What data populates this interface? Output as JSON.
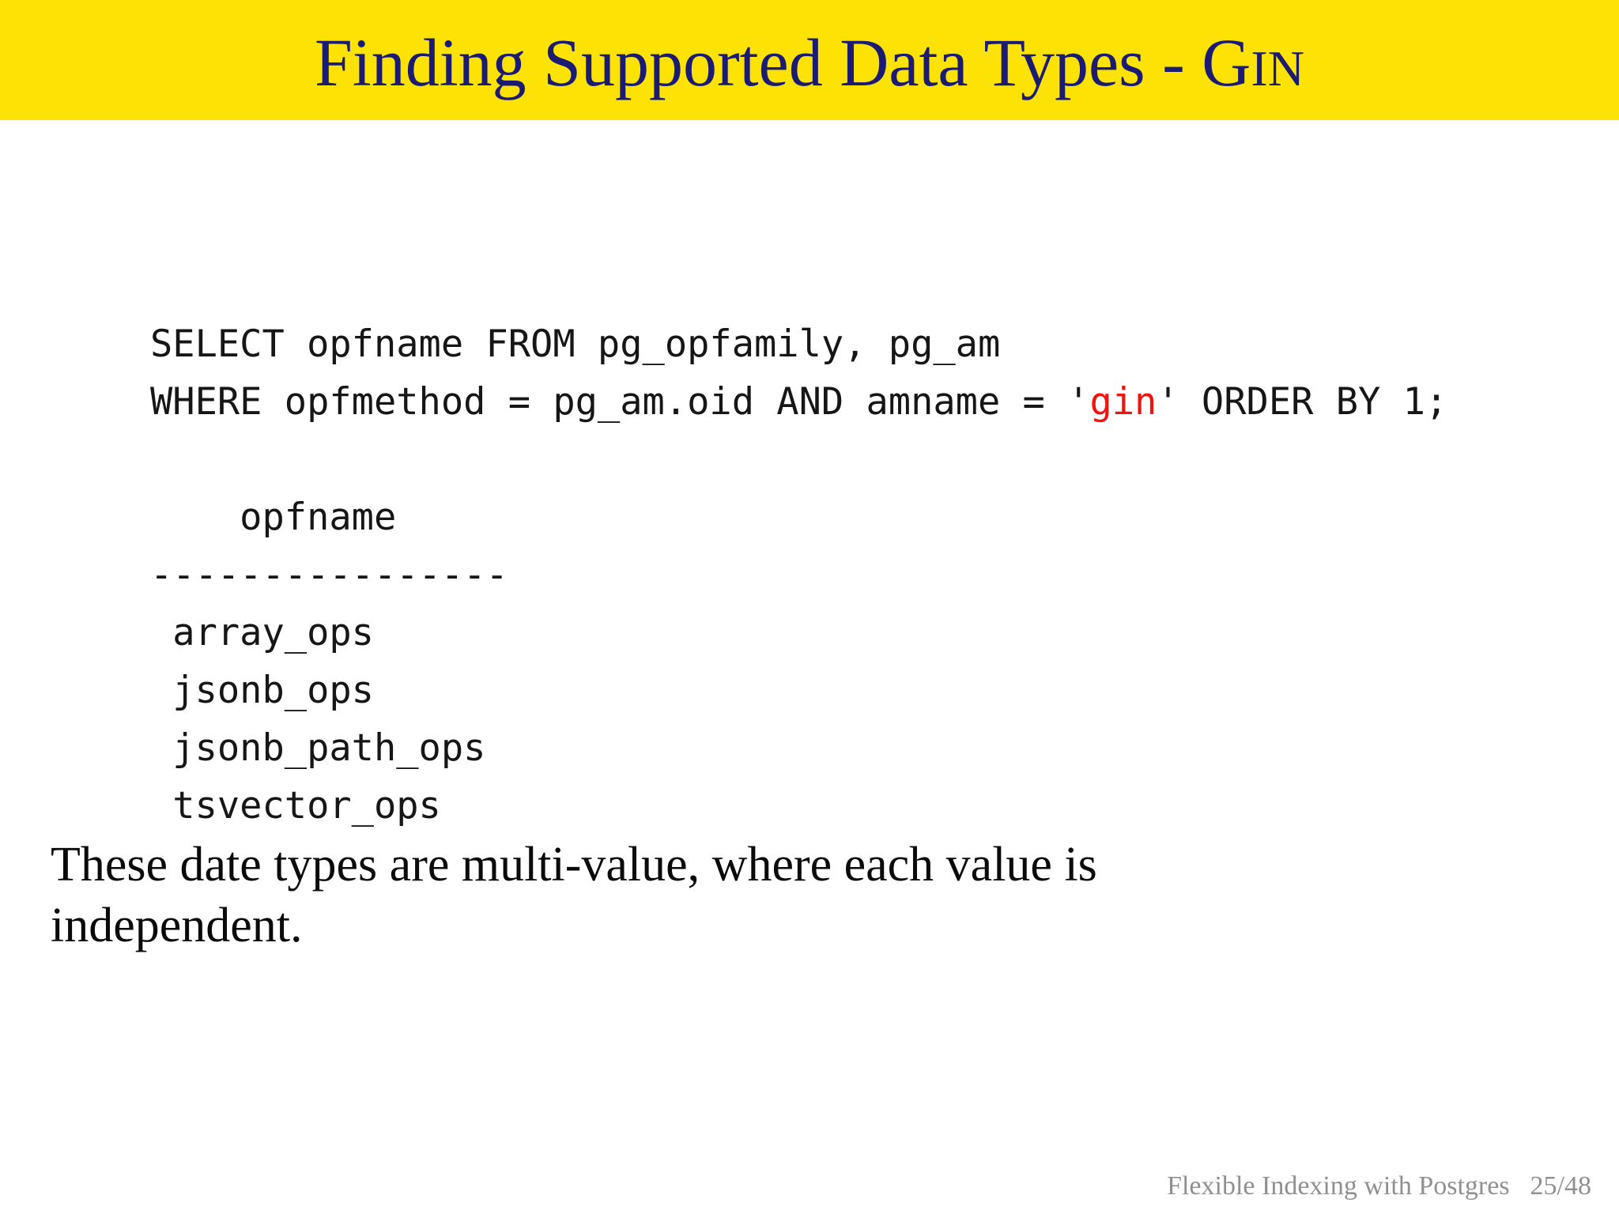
{
  "title": {
    "main": "Finding Supported Data Types - G",
    "small_caps": "IN"
  },
  "code": {
    "line1": "SELECT opfname FROM pg_opfamily, pg_am",
    "line2_before": "WHERE opfmethod = pg_am.oid AND amname = '",
    "line2_highlight": "gin",
    "line2_after": "' ORDER BY 1;"
  },
  "query_output": {
    "header": "    opfname",
    "separator": "----------------",
    "rows": [
      " array_ops",
      " jsonb_ops",
      " jsonb_path_ops",
      " tsvector_ops"
    ]
  },
  "body": {
    "lines": [
      "These date types are multi-value, where each value is",
      "independent."
    ]
  },
  "footer": {
    "title": "Flexible Indexing with Postgres",
    "page": "25/48"
  },
  "colors": {
    "header_background": "#FCE205",
    "title_text": "#1B1B73",
    "code_text": "#161616",
    "code_highlight": "#EE1511",
    "footer_text": "#909090"
  }
}
